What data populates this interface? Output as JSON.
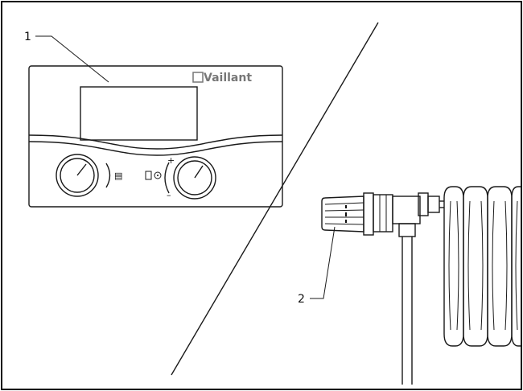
{
  "callouts": [
    {
      "number": "1",
      "target": "room-controller"
    },
    {
      "number": "2",
      "target": "thermostatic-radiator-valve"
    }
  ],
  "controller": {
    "brand": "Vaillant",
    "left_dial_symbol": "▤",
    "right_dial_plus": "+",
    "right_dial_minus": "–"
  },
  "colors": {
    "line": "#1a1a1a",
    "brand": "#777777",
    "background": "#ffffff"
  }
}
